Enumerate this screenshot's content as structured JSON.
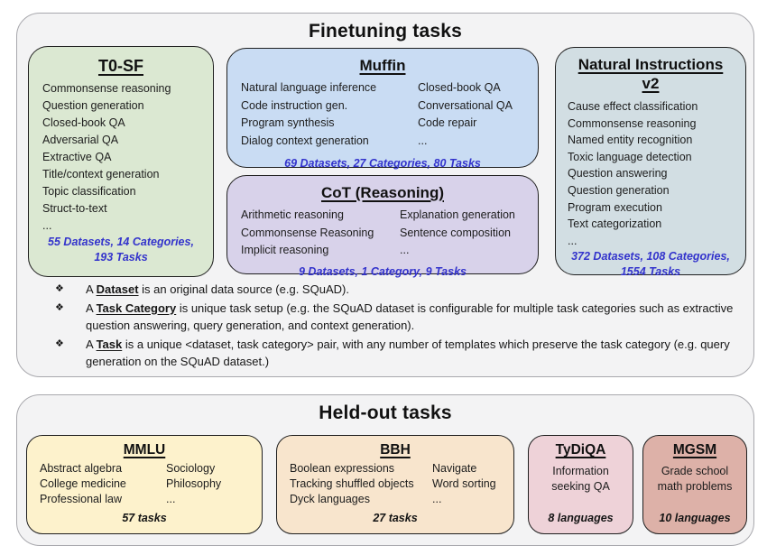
{
  "finetuning": {
    "title": "Finetuning tasks",
    "bullet_glyph": "❖",
    "boxes": {
      "t0sf": {
        "title": "T0-SF",
        "items": [
          "Commonsense reasoning",
          "Question generation",
          "Closed-book QA",
          "Adversarial QA",
          "Extractive QA",
          "Title/context generation",
          "Topic classification",
          "Struct-to-text",
          "..."
        ],
        "stats": "55 Datasets, 14 Categories, 193 Tasks"
      },
      "muffin": {
        "title": "Muffin",
        "col1": [
          "Natural language inference",
          "Code instruction gen.",
          "Program synthesis",
          "Dialog context generation"
        ],
        "col2": [
          "Closed-book QA",
          "Conversational QA",
          "Code repair",
          "..."
        ],
        "stats": "69 Datasets, 27 Categories, 80 Tasks"
      },
      "cot": {
        "title": "CoT (Reasoning)",
        "col1": [
          "Arithmetic reasoning",
          "Commonsense Reasoning",
          "Implicit reasoning"
        ],
        "col2": [
          "Explanation generation",
          "Sentence composition",
          "..."
        ],
        "stats": "9 Datasets, 1 Category, 9 Tasks"
      },
      "niv2": {
        "title": "Natural Instructions v2",
        "items": [
          "Cause effect classification",
          "Commonsense reasoning",
          "Named entity recognition",
          "Toxic language detection",
          "Question answering",
          "Question generation",
          "Program execution",
          "Text categorization",
          "..."
        ],
        "stats": "372 Datasets, 108 Categories, 1554 Tasks"
      }
    },
    "notes": [
      {
        "pre": "A ",
        "term": "Dataset",
        "post": " is an original data source (e.g. SQuAD)."
      },
      {
        "pre": "A ",
        "term": "Task Category",
        "post": " is unique task setup (e.g. the SQuAD dataset is configurable for multiple task categories such as extractive question answering, query generation, and context generation)."
      },
      {
        "pre": "A ",
        "term": "Task",
        "post": " is a unique <dataset, task category> pair, with any number of templates which preserve the task category (e.g. query generation on the SQuAD dataset.)"
      }
    ]
  },
  "heldout": {
    "title": "Held-out tasks",
    "boxes": {
      "mmlu": {
        "title": "MMLU",
        "col1": [
          "Abstract algebra",
          "College medicine",
          "Professional law"
        ],
        "col2": [
          "Sociology",
          "Philosophy",
          "..."
        ],
        "stats": "57 tasks"
      },
      "bbh": {
        "title": "BBH",
        "col1": [
          "Boolean expressions",
          "Tracking shuffled objects",
          "Dyck languages"
        ],
        "col2": [
          "Navigate",
          "Word sorting",
          "..."
        ],
        "stats": "27 tasks"
      },
      "tydiqa": {
        "title": "TyDiQA",
        "desc": "Information seeking QA",
        "stats": "8 languages"
      },
      "mgsm": {
        "title": "MGSM",
        "desc": "Grade school math problems",
        "stats": "10 languages"
      }
    }
  },
  "colors": {
    "container_bg": "#f3f3f4",
    "container_border": "#a8a8ad",
    "box_border": "#1f1f1f",
    "stats_blue": "#3333cc",
    "t0sf_bg": "#dbe8d2",
    "muffin_bg": "#c9dcf3",
    "cot_bg": "#d8d2ea",
    "niv2_bg": "#d2dee3",
    "mmlu_bg": "#fdf2cc",
    "bbh_bg": "#f8e5cd",
    "tydiqa_bg": "#eed2d8",
    "mgsm_bg": "#ddb1a8"
  }
}
